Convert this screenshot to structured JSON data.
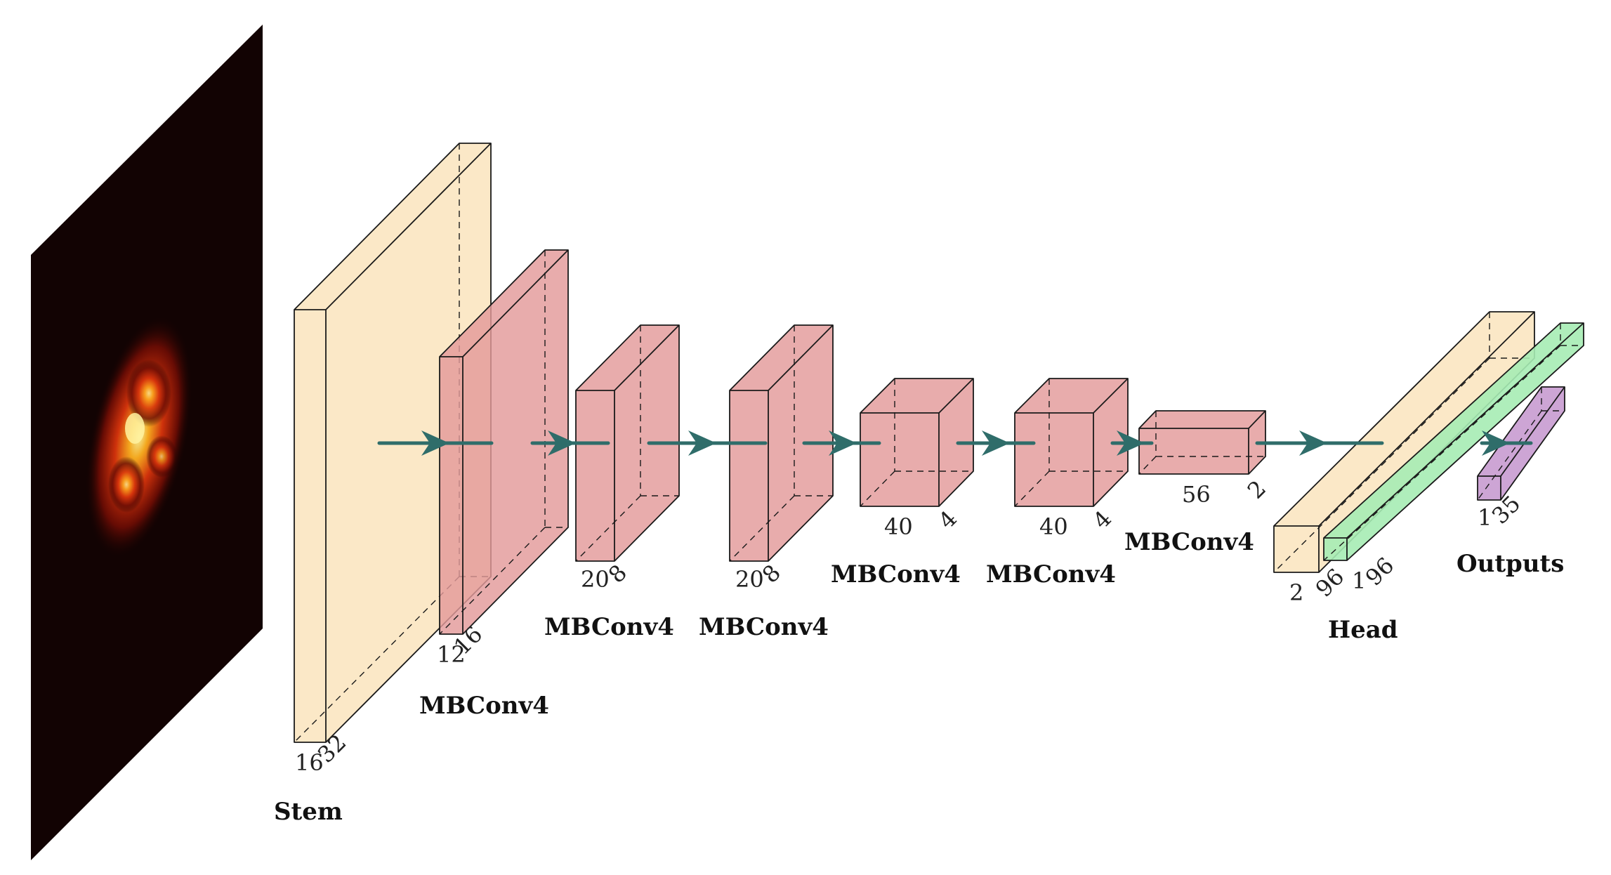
{
  "colors": {
    "stem_head": "#fbe6c2",
    "stem_head_dark": "#f4d29c",
    "mbconv": "#e39a9a",
    "mbconv_dark": "#d98383",
    "head_green": "#a6ecb4",
    "head_green_dark": "#8fdc9f",
    "outputs": "#c89bd0",
    "outputs_dark": "#b27fbd",
    "arrow": "#2f6d6a"
  },
  "blocks": [
    {
      "label": "Stem",
      "dims": [
        "16",
        "32"
      ]
    },
    {
      "label": "MBConv4",
      "dims": [
        "12",
        "16"
      ]
    },
    {
      "label": "MBConv4",
      "dims": [
        "20",
        "8"
      ]
    },
    {
      "label": "MBConv4",
      "dims": [
        "20",
        "8"
      ]
    },
    {
      "label": "MBConv4",
      "dims": [
        "40",
        "4"
      ]
    },
    {
      "label": "MBConv4",
      "dims": [
        "40",
        "4"
      ]
    },
    {
      "label": "MBConv4",
      "dims": [
        "56",
        "2"
      ]
    },
    {
      "label": "Head",
      "dims": [
        "2",
        "96"
      ],
      "dims2": [
        "1",
        "96"
      ]
    },
    {
      "label": "Outputs",
      "dims": [
        "1",
        "35"
      ]
    }
  ]
}
